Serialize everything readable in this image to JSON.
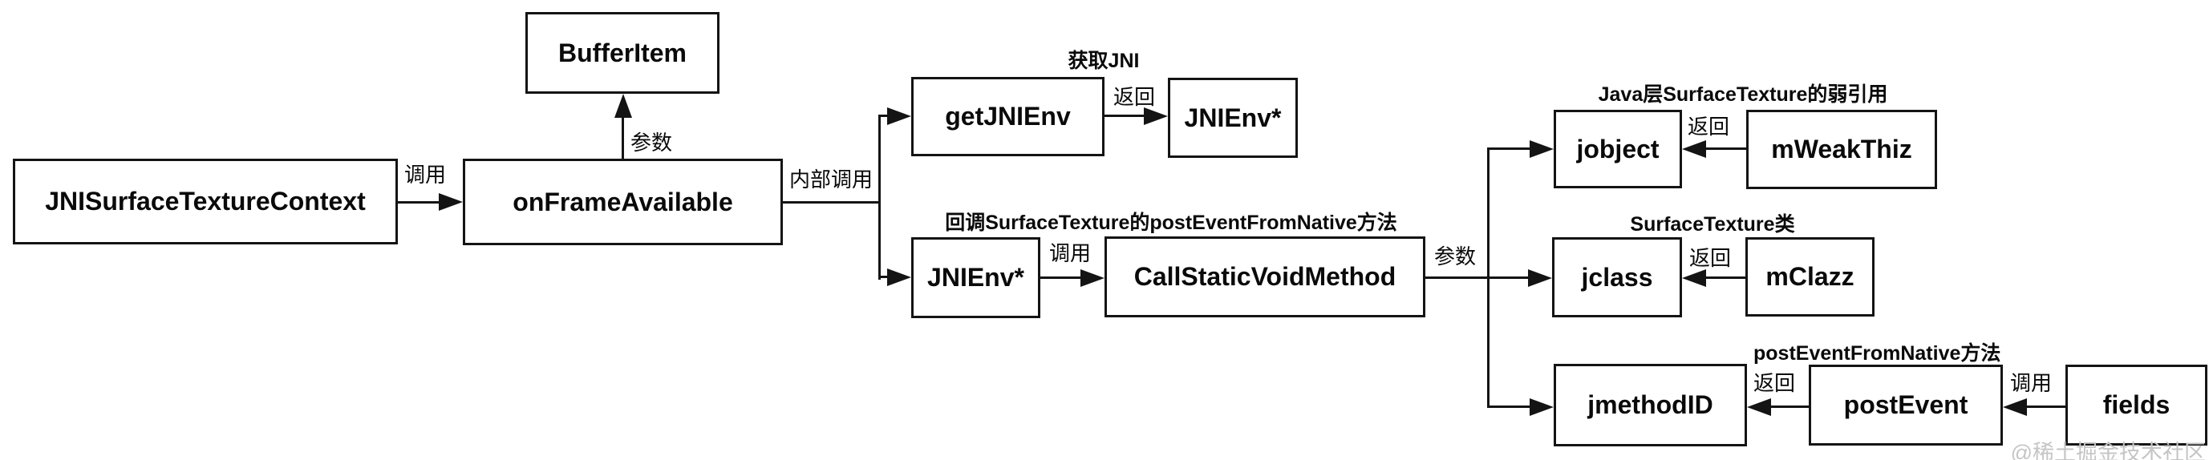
{
  "nodes": {
    "jni_ctx": {
      "label": "JNISurfaceTextureContext"
    },
    "on_frame": {
      "label": "onFrameAvailable"
    },
    "buffer_item": {
      "label": "BufferItem"
    },
    "get_jni_env": {
      "label": "getJNIEnv"
    },
    "jni_env_top": {
      "label": "JNIEnv*"
    },
    "jni_env_mid": {
      "label": "JNIEnv*"
    },
    "call_static": {
      "label": "CallStaticVoidMethod"
    },
    "jobject_box": {
      "label": "jobject"
    },
    "m_weak_thiz": {
      "label": "mWeakThiz"
    },
    "jclass_box": {
      "label": "jclass"
    },
    "m_clazz": {
      "label": "mClazz"
    },
    "jmethod_id": {
      "label": "jmethodID"
    },
    "post_event": {
      "label": "postEvent"
    },
    "fields_box": {
      "label": "fields"
    }
  },
  "edge_labels": {
    "call_jni_ctx": "调用",
    "param_buffer": "参数",
    "internal_call": "内部调用",
    "get_jni_note": "获取JNI",
    "return_jnienv": "返回",
    "callback_note": "回调SurfaceTexture的postEventFromNative方法",
    "call_csvm": "调用",
    "param_csvm": "参数",
    "weak_ref_note": "Java层SurfaceTexture的弱引用",
    "return_jobject": "返回",
    "surface_texture_class_note": "SurfaceTexture类",
    "return_jclass": "返回",
    "post_event_from_native_note": "postEventFromNative方法",
    "return_jmethodid": "返回",
    "call_postevent": "调用"
  },
  "watermark": "@稀土掘金技术社区",
  "colors": {
    "line": "#141414",
    "box_fill": "#ffffff",
    "watermark": "#c5c5c5",
    "background": "#ffffff"
  }
}
